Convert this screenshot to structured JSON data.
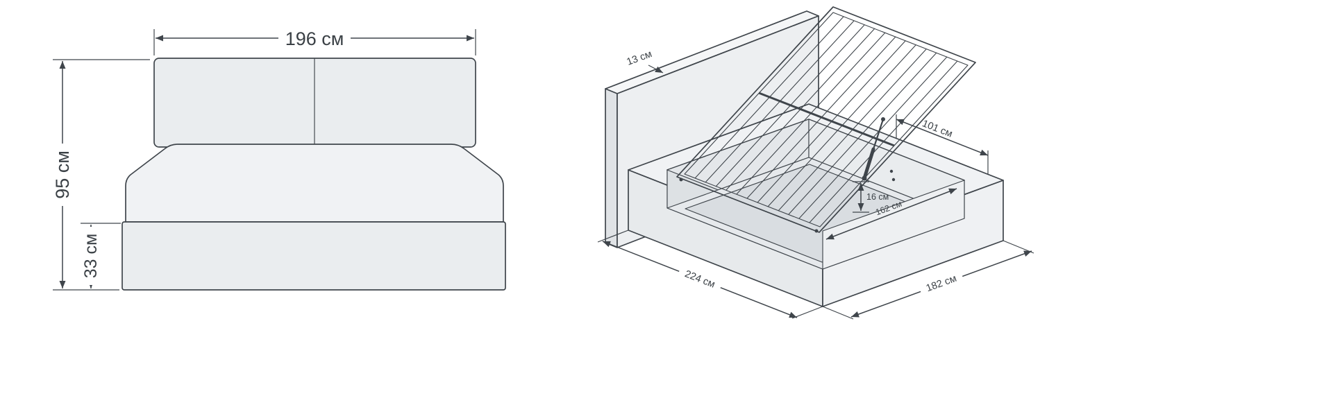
{
  "diagram": {
    "background": "#ffffff",
    "stroke_color": "#3f454b",
    "text_color": "#3b4146",
    "front_view": {
      "width_label": "196 см",
      "height_label": "95 см",
      "base_height_label": "33 см"
    },
    "iso_view": {
      "headboard_thickness_label": "13 см",
      "opening_length_label": "101 см",
      "storage_depth_label": "16 см",
      "inner_width_label": "162 см",
      "outer_length_label": "224 см",
      "outer_width_label": "182 см"
    }
  }
}
